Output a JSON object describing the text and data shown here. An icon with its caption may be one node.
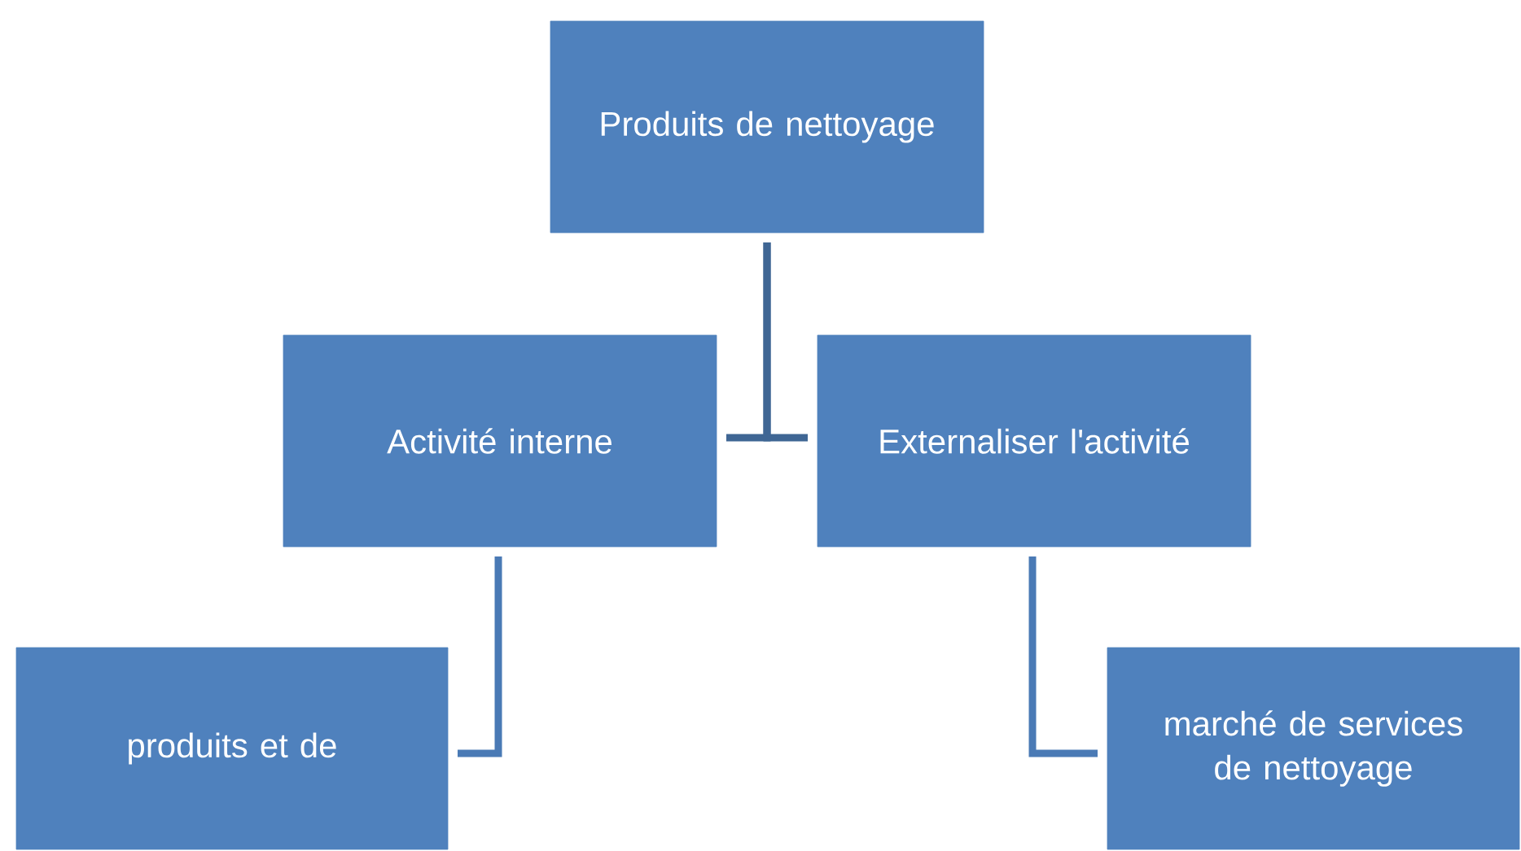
{
  "diagram": {
    "nodes": [
      {
        "text": [
          "Produits de nettoyage"
        ]
      },
      {
        "text": [
          "Activité interne"
        ]
      },
      {
        "text": [
          "Externaliser l'activité"
        ]
      },
      {
        "text": [
          "produits et de"
        ]
      },
      {
        "text": [
          "marché de services de nettoyage"
        ]
      }
    ],
    "edges": [
      {
        "from": 0,
        "to": 1,
        "arrow": "none",
        "color": "#3f6694"
      },
      {
        "from": 0,
        "to": 2,
        "arrow": "none",
        "color": "#3f6694"
      },
      {
        "from": 1,
        "to": 3,
        "arrow": "none",
        "color": "#4a7ab5"
      },
      {
        "from": 2,
        "to": 4,
        "arrow": "none",
        "color": "#4a7ab5"
      }
    ]
  }
}
